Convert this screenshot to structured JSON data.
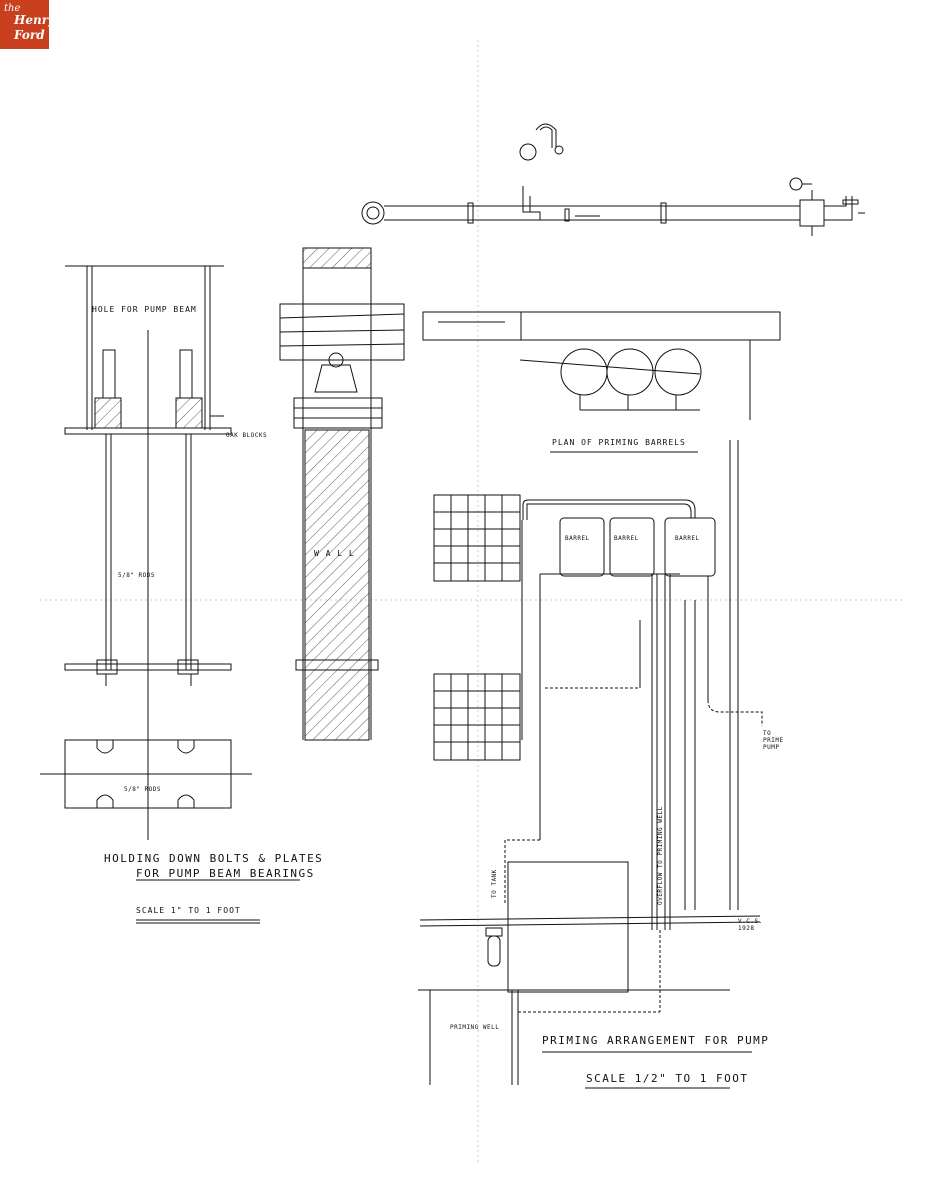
{
  "logo": {
    "the": "the",
    "henry": "Henry",
    "ford": "Ford",
    "color": "#c8401e"
  },
  "labels": {
    "hole": "HOLE FOR PUMP BEAM",
    "oak": "OAK BLOCKS",
    "rods1": "5/8\" RODS",
    "rods2": "5/8\" RODS",
    "wall": "W A L L",
    "holding1": "HOLDING DOWN BOLTS & PLATES",
    "holding2": "FOR PUMP BEAM BEARINGS",
    "scale1": "SCALE 1\" TO 1 FOOT",
    "plan": "PLAN OF PRIMING BARRELS",
    "barrel1": "BARREL",
    "barrel2": "BARREL",
    "barrel3": "BARREL",
    "toPump": "TO PRIME PUMP",
    "overflow": "OVERFLOW TO PRIMING WELL",
    "toTank": "TO TANK",
    "vcs": "V.C.S.",
    "year": "1928",
    "primingWell": "PRIMING WELL",
    "priming": "PRIMING ARRANGEMENT FOR PUMP",
    "scale2": "SCALE 1/2\" TO 1 FOOT"
  }
}
